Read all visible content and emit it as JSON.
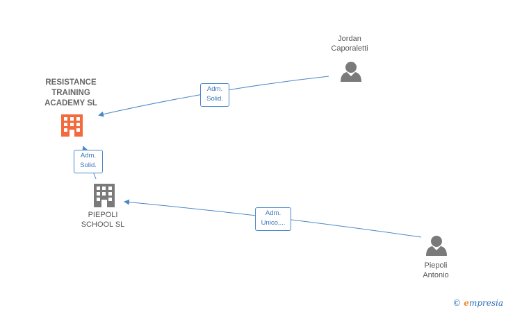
{
  "nodes": {
    "resistance": {
      "label": "RESISTANCE\nTRAINING\nACADEMY  SL",
      "type": "company",
      "color": "#f26a3d",
      "icon": "building-icon"
    },
    "piepoli_school": {
      "label": "PIEPOLI\nSCHOOL  SL",
      "type": "company",
      "color": "#7a7a7a",
      "icon": "building-icon"
    },
    "jordan": {
      "label": "Jordan\nCaporaletti",
      "type": "person",
      "color": "#7a7a7a",
      "icon": "person-icon"
    },
    "antonio": {
      "label": "Piepoli\nAntonio",
      "type": "person",
      "color": "#7a7a7a",
      "icon": "person-icon"
    }
  },
  "edges": [
    {
      "from": "jordan",
      "to": "resistance",
      "label": "Adm.\nSolid."
    },
    {
      "from": "piepoli_school",
      "to": "resistance",
      "label": "Adm.\nSolid."
    },
    {
      "from": "antonio",
      "to": "piepoli_school",
      "label": "Adm.\nUnico,..."
    }
  ],
  "colors": {
    "edge": "#4a86c8"
  },
  "brand": {
    "copyright": "©",
    "first_letter": "e",
    "rest": "mpresia"
  }
}
